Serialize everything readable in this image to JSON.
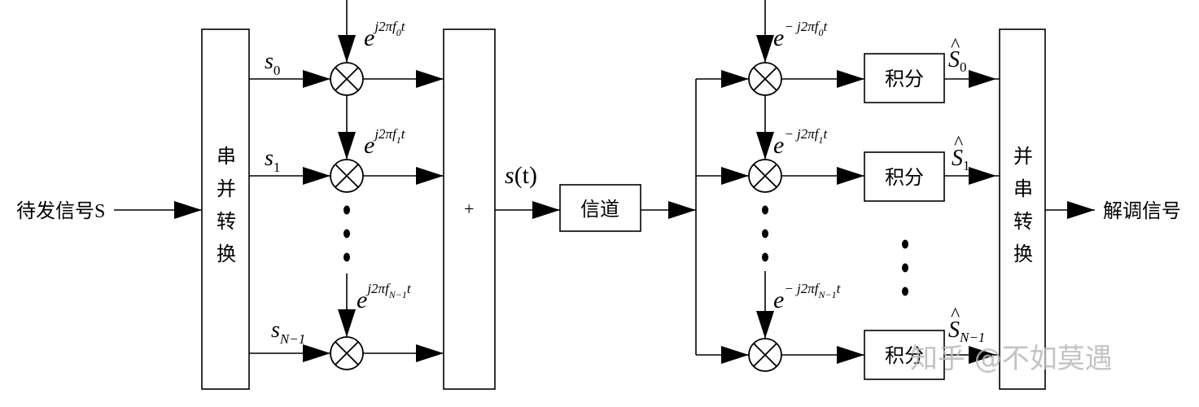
{
  "input_signal": "待发信号S",
  "sp_block": [
    "串",
    "并",
    "转",
    "换"
  ],
  "ps_block": [
    "并",
    "串",
    "转",
    "换"
  ],
  "adder_symbol": "+",
  "channel_label": "信道",
  "output_signal": "解调信号",
  "integrator_label": "积分",
  "sum_signal": {
    "base": "s",
    "arg": "(t)"
  },
  "tx_symbols": [
    {
      "base": "s",
      "sub": "0"
    },
    {
      "base": "s",
      "sub": "1"
    },
    {
      "base": "s",
      "sub": "N−1"
    }
  ],
  "tx_carriers": [
    {
      "base": "e",
      "exp": "j2πf",
      "sub": "0",
      "tail": "t"
    },
    {
      "base": "e",
      "exp": "j2πf",
      "sub": "1",
      "tail": "t"
    },
    {
      "base": "e",
      "exp": "j2πf",
      "sub": "N−1",
      "tail": "t"
    }
  ],
  "rx_carriers": [
    {
      "base": "e",
      "exp": "− j2πf",
      "sub": "0",
      "tail": "t"
    },
    {
      "base": "e",
      "exp": "− j2πf",
      "sub": "1",
      "tail": "t"
    },
    {
      "base": "e",
      "exp": "− j2πf",
      "sub": "N−1",
      "tail": "t"
    }
  ],
  "rx_estimates": [
    {
      "base": "S",
      "hat": "^",
      "sub": "0"
    },
    {
      "base": "S",
      "hat": "^",
      "sub": "1"
    },
    {
      "base": "S",
      "hat": "^",
      "sub": "N−1"
    }
  ],
  "watermark": "知乎 @不如莫遇"
}
